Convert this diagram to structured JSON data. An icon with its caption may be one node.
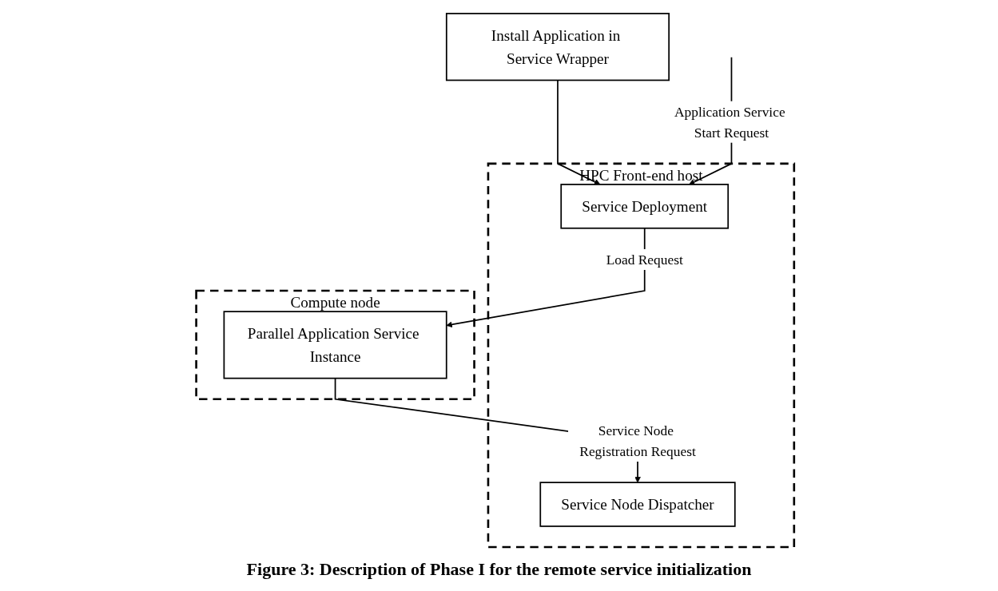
{
  "diagram": {
    "caption": "Figure 3: Description of Phase I for the remote service initialization",
    "nodes": [
      {
        "text": [
          "Install Application in Service Wrapper"
        ]
      },
      {
        "text": [
          "HPC Front-end host"
        ]
      },
      {
        "text": [
          "Service Deployment"
        ],
        "in": 1
      },
      {
        "text": [
          "Service Node Dispatcher"
        ],
        "in": 1
      },
      {
        "text": [
          "Compute node"
        ]
      },
      {
        "text": [
          "Parallel Application Service Instance"
        ],
        "in": 4
      }
    ],
    "edges": [
      {
        "from": 0,
        "to": 2,
        "arrow": "to"
      },
      {
        "from": null,
        "to": 2,
        "arrow": "to",
        "label": "Application Service Start Request"
      },
      {
        "from": 2,
        "to": 5,
        "arrow": "to",
        "label": "Load Request"
      },
      {
        "from": 5,
        "to": 3,
        "arrow": "to",
        "label": "Service Node Registration Request"
      }
    ]
  }
}
